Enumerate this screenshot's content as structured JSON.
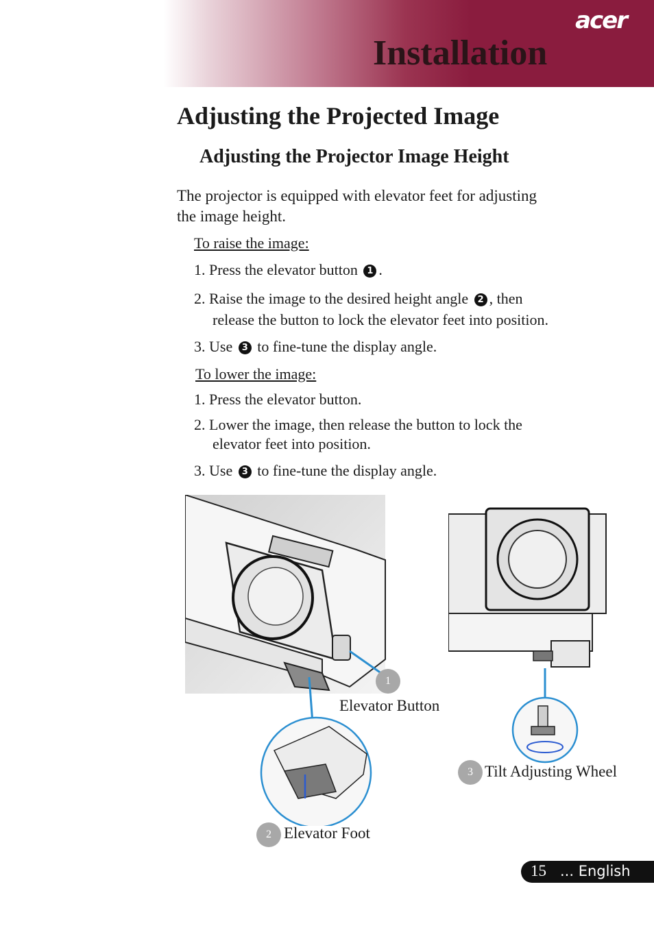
{
  "header": {
    "logo": "acer",
    "title": "Installation"
  },
  "section_title": "Adjusting the Projected Image",
  "subsection_title": "Adjusting the Projector Image Height",
  "intro": [
    "The projector is equipped with elevator feet for adjusting",
    "the image height."
  ],
  "raise": {
    "heading": "To raise the image:",
    "step1": {
      "text": "1. Press the elevator button",
      "marker": "1",
      "after": "."
    },
    "step2": {
      "text": "2. Raise the image to the desired height angle",
      "marker": "2",
      "after": ", then",
      "line2": "release the button to lock the elevator feet into position."
    },
    "step3": {
      "before": "3. Use",
      "marker": "3",
      "after": "to fine-tune the display angle."
    }
  },
  "lower": {
    "heading": "To lower the image:",
    "step1": "1. Press the elevator button.",
    "step2": {
      "line1": "2. Lower the image, then release the button to lock the",
      "line2": "elevator feet into position."
    },
    "step3": {
      "before": "3. Use",
      "marker": "3",
      "after": "to fine-tune the display angle."
    }
  },
  "figure": {
    "labels": [
      {
        "number": "1",
        "text": "Elevator Button"
      },
      {
        "number": "2",
        "text": "Elevator Foot"
      },
      {
        "number": "3",
        "text": "Tilt Adjusting Wheel"
      }
    ]
  },
  "footer": {
    "page": "15",
    "language": "... English"
  },
  "colors": {
    "banner": "#8a1c3e",
    "callout_line": "#2b8fd1",
    "badge": "#a8a8a8"
  }
}
